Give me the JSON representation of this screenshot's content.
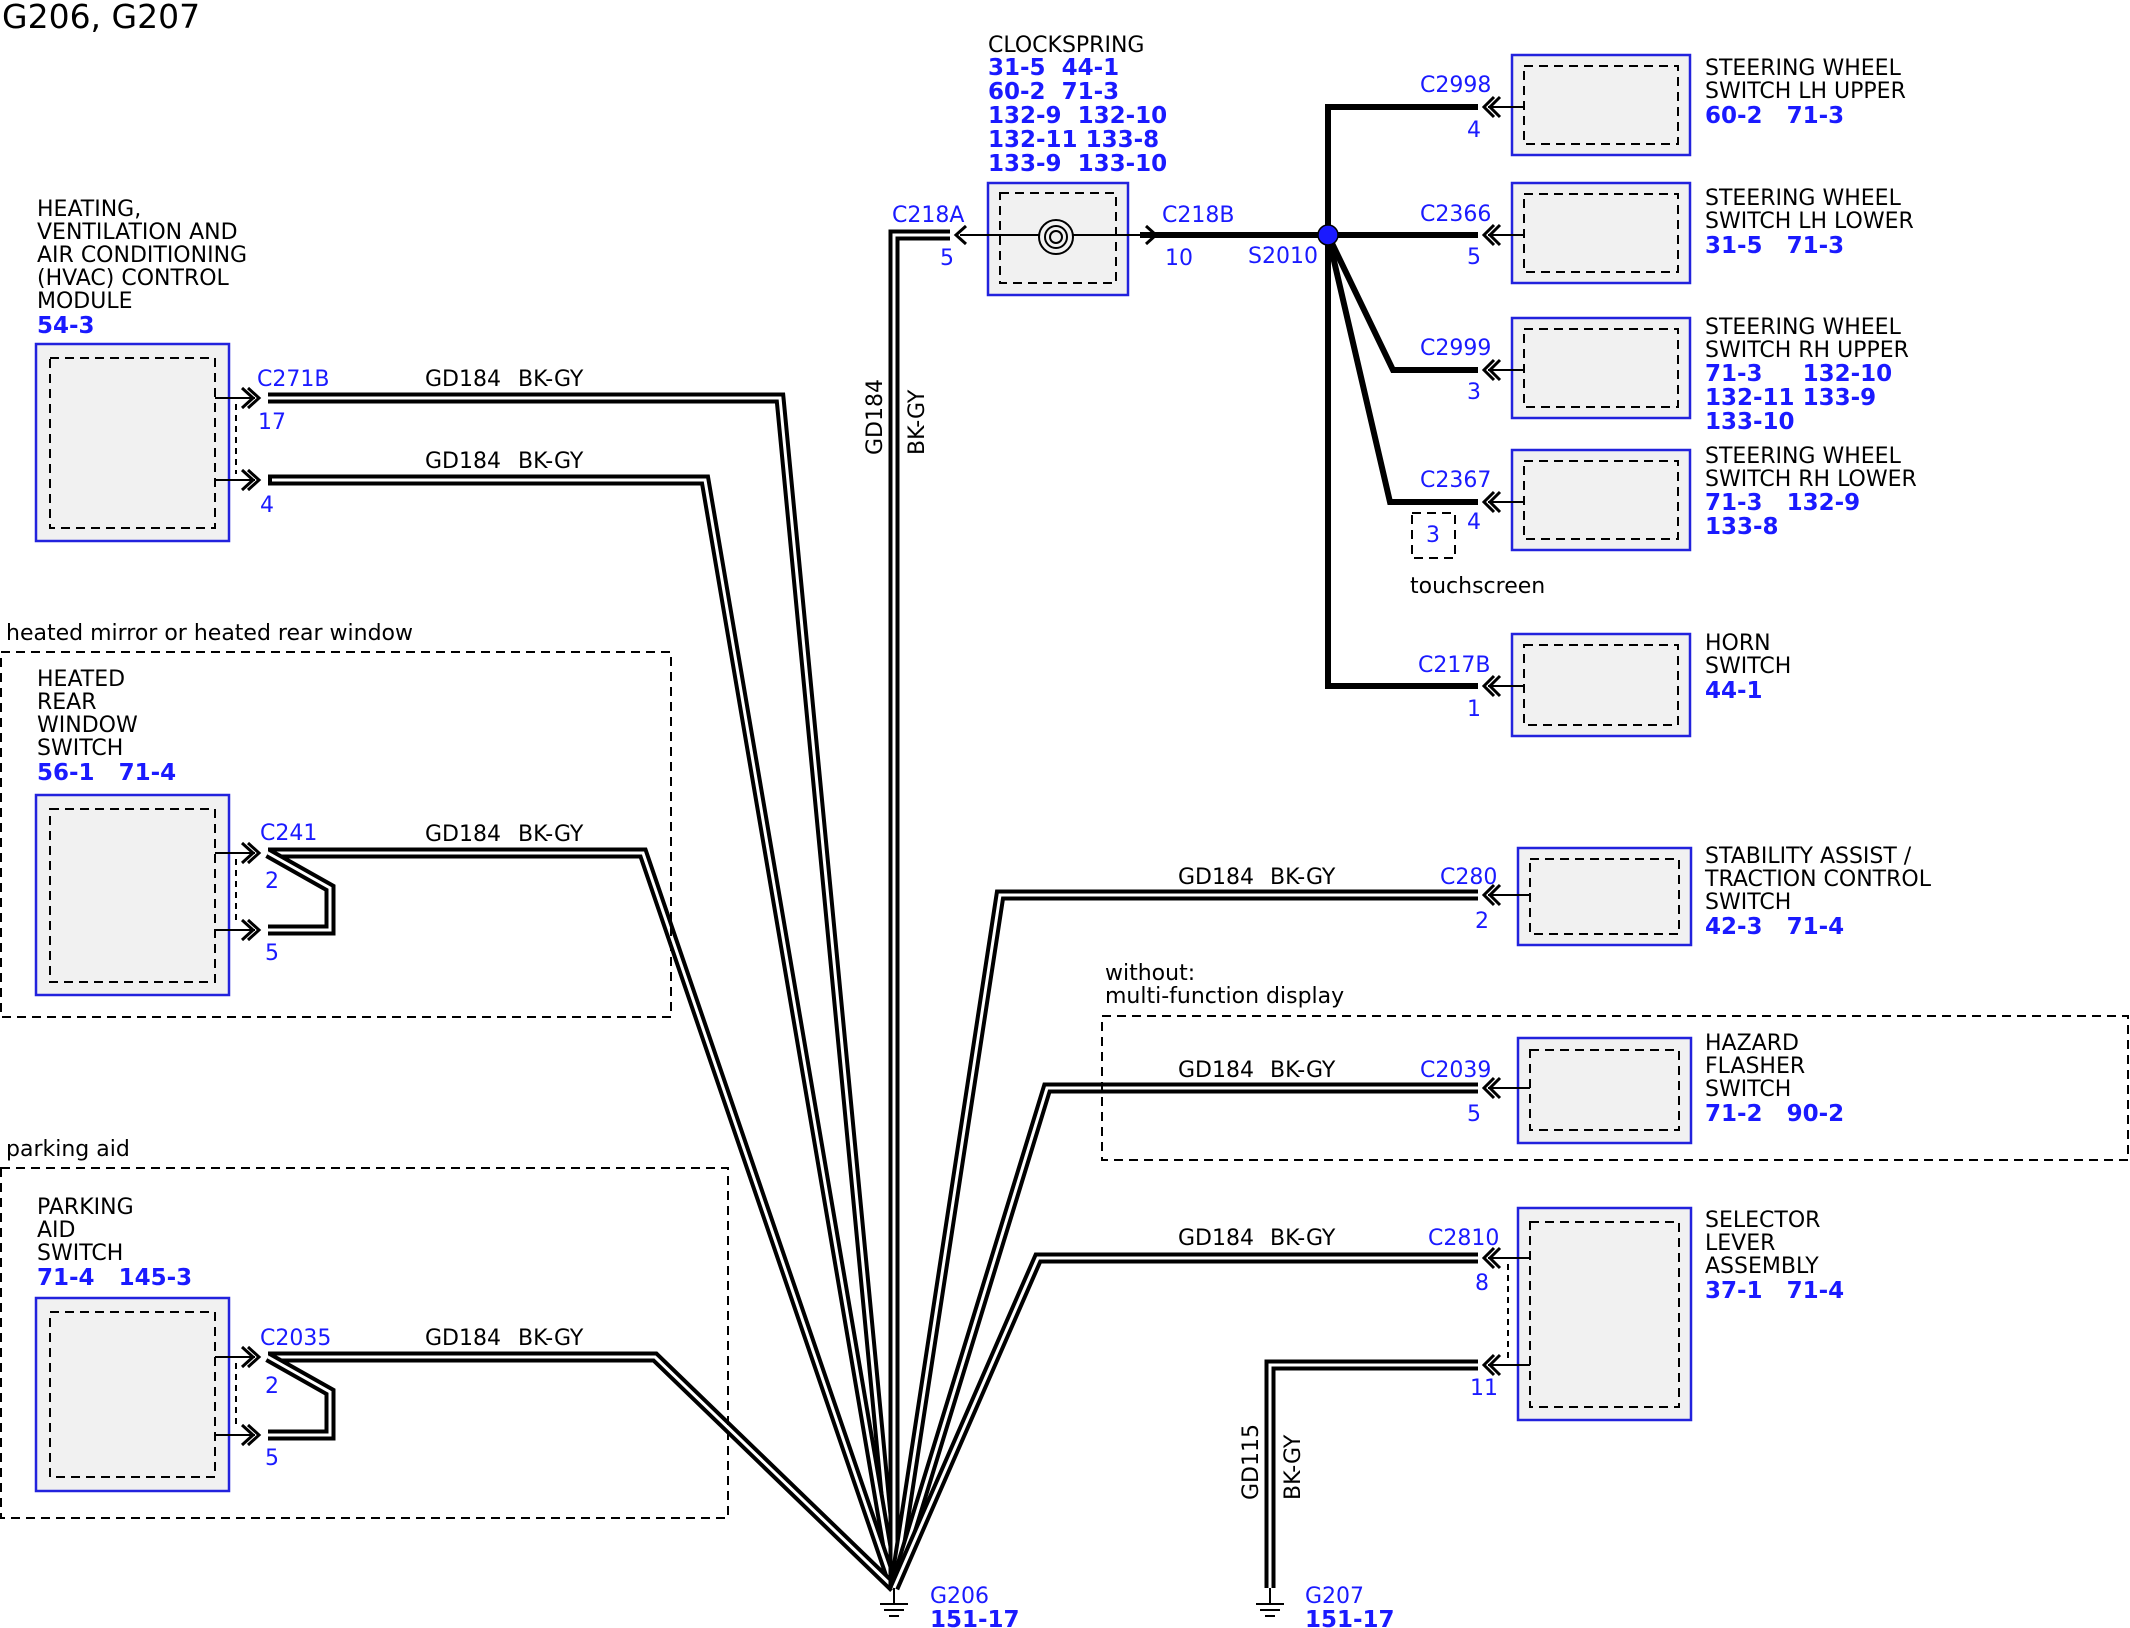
{
  "title": "G206, G207",
  "clockspring": {
    "name": "CLOCKSPRING",
    "refs": [
      "31-5  44-1",
      "60-2  71-3",
      "132-9  132-10",
      "132-11 133-8",
      "133-9  133-10"
    ],
    "left_connector": "C218A",
    "left_pin": "5",
    "right_connector": "C218B",
    "right_pin": "10"
  },
  "splice": "S2010",
  "hvac": {
    "name": [
      "HEATING,",
      "VENTILATION AND",
      "AIR CONDITIONING",
      "(HVAC) CONTROL",
      "MODULE"
    ],
    "ref": "54-3",
    "connector": "C271B",
    "pins": [
      "17",
      "4"
    ]
  },
  "heated_rear_window": {
    "group_label": "heated mirror or heated rear window",
    "name": [
      "HEATED",
      "REAR",
      "WINDOW",
      "SWITCH"
    ],
    "ref": "56-1   71-4",
    "connector": "C241",
    "pins": [
      "2",
      "5"
    ]
  },
  "parking_aid": {
    "group_label": "parking aid",
    "name": [
      "PARKING",
      "AID",
      "SWITCH"
    ],
    "ref": "71-4   145-3",
    "connector": "C2035",
    "pins": [
      "2",
      "5"
    ]
  },
  "steering_lh_upper": {
    "name": [
      "STEERING WHEEL",
      "SWITCH LH UPPER"
    ],
    "refs": [
      "60-2   71-3"
    ],
    "connector": "C2998",
    "pin": "4"
  },
  "steering_lh_lower": {
    "name": [
      "STEERING WHEEL",
      "SWITCH LH LOWER"
    ],
    "refs": [
      "31-5   71-3"
    ],
    "connector": "C2366",
    "pin": "5"
  },
  "steering_rh_upper": {
    "name": [
      "STEERING WHEEL",
      "SWITCH RH UPPER"
    ],
    "refs": [
      "71-3     132-10",
      "132-11 133-9",
      "133-10"
    ],
    "connector": "C2999",
    "pin": "3"
  },
  "steering_rh_lower": {
    "name": [
      "STEERING WHEEL",
      "SWITCH RH LOWER"
    ],
    "refs": [
      "71-3   132-9",
      "133-8"
    ],
    "connector": "C2367",
    "pin": "4",
    "alt_pin": "3",
    "alt_label": "touchscreen"
  },
  "horn": {
    "name": [
      "HORN",
      "SWITCH"
    ],
    "refs": [
      "44-1"
    ],
    "connector": "C217B",
    "pin": "1"
  },
  "stability": {
    "name": [
      "STABILITY ASSIST /",
      "TRACTION CONTROL",
      "SWITCH"
    ],
    "refs": [
      "42-3   71-4"
    ],
    "connector": "C280",
    "pin": "2"
  },
  "hazard": {
    "group_label": [
      "without:",
      "multi-function display"
    ],
    "name": [
      "HAZARD",
      "FLASHER",
      "SWITCH"
    ],
    "refs": [
      "71-2   90-2"
    ],
    "connector": "C2039",
    "pin": "5"
  },
  "selector": {
    "name": [
      "SELECTOR",
      "LEVER",
      "ASSEMBLY"
    ],
    "refs": [
      "37-1   71-4"
    ],
    "connector": "C2810",
    "pins": [
      "8",
      "11"
    ]
  },
  "wire": {
    "circuit": "GD184",
    "color": "BK-GY"
  },
  "wire2": {
    "circuit": "GD115",
    "color": "BK-GY"
  },
  "g206": {
    "name": "G206",
    "ref": "151-17"
  },
  "g207": {
    "name": "G207",
    "ref": "151-17"
  },
  "colors": {
    "wire": "#000000",
    "connector_text": "#1a1aff",
    "component_fill": "#f1f1f1",
    "component_border": "#2222dd"
  }
}
